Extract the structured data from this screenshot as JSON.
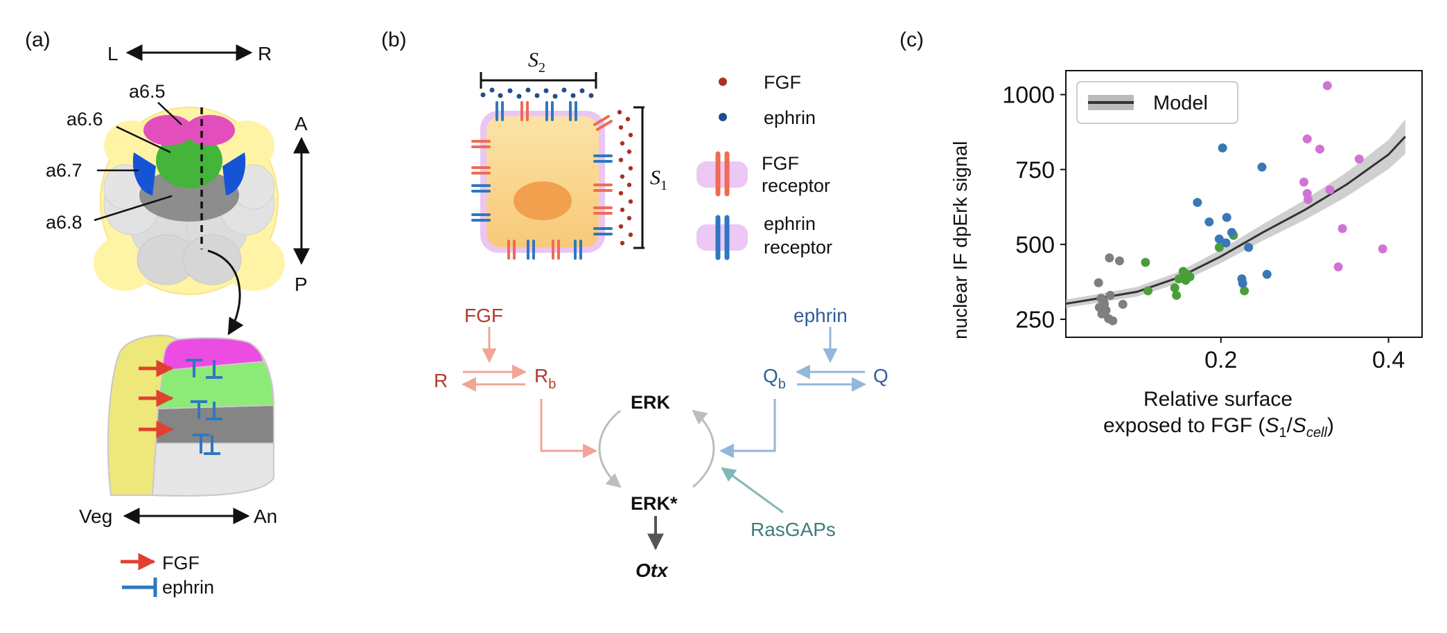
{
  "panels": {
    "a": {
      "label": "(a)",
      "axis_lr": {
        "left": "L",
        "right": "R"
      },
      "axis_ap": {
        "top": "A",
        "bottom": "P"
      },
      "cells": [
        "a6.5",
        "a6.6",
        "a6.7",
        "a6.8"
      ],
      "axis_veg_an": {
        "left": "Veg",
        "right": "An"
      },
      "legend": [
        {
          "label": "FGF",
          "color": "#e0412e"
        },
        {
          "label": "ephrin",
          "color": "#2f77bf"
        }
      ]
    },
    "b": {
      "label": "(b)",
      "s2": "S",
      "s2_sub": "2",
      "s1": "S",
      "s1_sub": "1",
      "legend": {
        "fgf": "FGF",
        "ephrin": "ephrin",
        "fgf_receptor": [
          "FGF",
          "receptor"
        ],
        "ephrin_receptor": [
          "ephrin",
          "receptor"
        ]
      },
      "network": {
        "fgf": "FGF",
        "r": "R",
        "rb": "R",
        "rb_sub": "b",
        "erk": "ERK",
        "erk_star": "ERK*",
        "otx": "Otx",
        "ephrin": "ephrin",
        "qb": "Q",
        "qb_sub": "b",
        "q": "Q",
        "rasgaps": "RasGAPs"
      }
    },
    "c": {
      "label": "(c)",
      "legend_label": "Model",
      "ylabel": "nuclear IF dpErk signal",
      "xlabel_line1": "Relative surface",
      "xlabel_line2": "exposed to FGF (",
      "xlabel_s1": "S",
      "xlabel_s1_sub": "1",
      "xlabel_scell": "S",
      "xlabel_scell_sub": "cell"
    }
  },
  "chart_data": {
    "type": "scatter",
    "xlabel": "Relative surface exposed to FGF (S1/Scell)",
    "ylabel": "nuclear IF dpErk signal",
    "xlim": [
      0.015,
      0.44
    ],
    "ylim": [
      190,
      1080
    ],
    "xticks": [
      0.2,
      0.4
    ],
    "yticks": [
      250,
      500,
      750,
      1000
    ],
    "legend": [
      "Model"
    ],
    "legend_position": "top-left",
    "model_curve": {
      "color": "#333333",
      "band_color": "#bbbbbb",
      "x": [
        0.015,
        0.05,
        0.1,
        0.15,
        0.2,
        0.25,
        0.3,
        0.35,
        0.4,
        0.42
      ],
      "y": [
        302,
        318,
        342,
        390,
        460,
        540,
        615,
        700,
        800,
        860
      ]
    },
    "series": [
      {
        "color": "#7f7f7f",
        "points": [
          [
            0.054,
            372
          ],
          [
            0.067,
            455
          ],
          [
            0.079,
            445
          ],
          [
            0.057,
            320
          ],
          [
            0.061,
            300
          ],
          [
            0.055,
            290
          ],
          [
            0.068,
            330
          ],
          [
            0.063,
            280
          ],
          [
            0.058,
            268
          ],
          [
            0.066,
            252
          ],
          [
            0.071,
            245
          ],
          [
            0.083,
            300
          ],
          [
            0.06,
            310
          ]
        ]
      },
      {
        "color": "#4a9e3a",
        "points": [
          [
            0.11,
            440
          ],
          [
            0.113,
            345
          ],
          [
            0.145,
            355
          ],
          [
            0.147,
            330
          ],
          [
            0.15,
            385
          ],
          [
            0.155,
            410
          ],
          [
            0.16,
            400
          ],
          [
            0.163,
            392
          ],
          [
            0.158,
            380
          ],
          [
            0.198,
            490
          ],
          [
            0.215,
            530
          ],
          [
            0.228,
            345
          ]
        ]
      },
      {
        "color": "#3a78b5",
        "points": [
          [
            0.202,
            822
          ],
          [
            0.249,
            758
          ],
          [
            0.172,
            640
          ],
          [
            0.186,
            575
          ],
          [
            0.207,
            590
          ],
          [
            0.198,
            518
          ],
          [
            0.206,
            505
          ],
          [
            0.213,
            540
          ],
          [
            0.233,
            490
          ],
          [
            0.225,
            385
          ],
          [
            0.226,
            370
          ],
          [
            0.255,
            400
          ]
        ]
      },
      {
        "color": "#d173d6",
        "points": [
          [
            0.327,
            1030
          ],
          [
            0.303,
            852
          ],
          [
            0.318,
            818
          ],
          [
            0.365,
            785
          ],
          [
            0.299,
            708
          ],
          [
            0.303,
            670
          ],
          [
            0.304,
            650
          ],
          [
            0.33,
            682
          ],
          [
            0.345,
            553
          ],
          [
            0.34,
            425
          ],
          [
            0.393,
            485
          ]
        ]
      }
    ]
  }
}
